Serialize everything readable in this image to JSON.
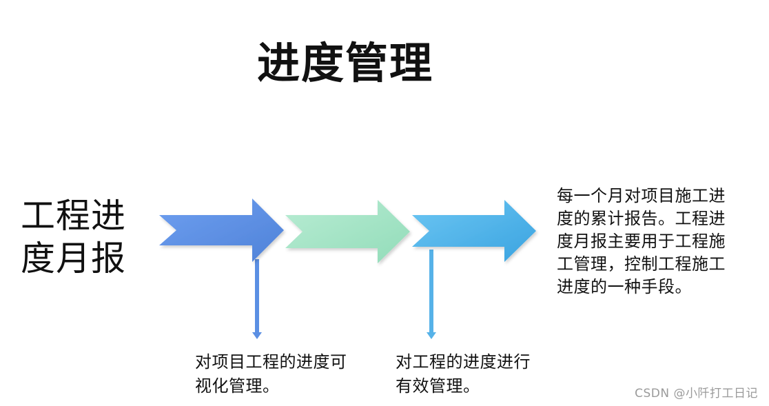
{
  "title": "进度管理",
  "left_label": "工程进度月报",
  "right_description": "每一个月对项目施工进度的累计报告。工程进度月报主要用于工程施工管理，控制工程施工进度的一种手段。",
  "notes": [
    "对项目工程的进度可视化管理。",
    "对工程的进度进行有效管理。"
  ],
  "watermark": "CSDN @小阡打工日记",
  "colors": {
    "arrow_1": "#5b8fe3",
    "arrow_2": "#a4e4c6",
    "arrow_3": "#4fb4ea",
    "connector_1": "#5b8fe3",
    "connector_2": "#56b2e8"
  }
}
